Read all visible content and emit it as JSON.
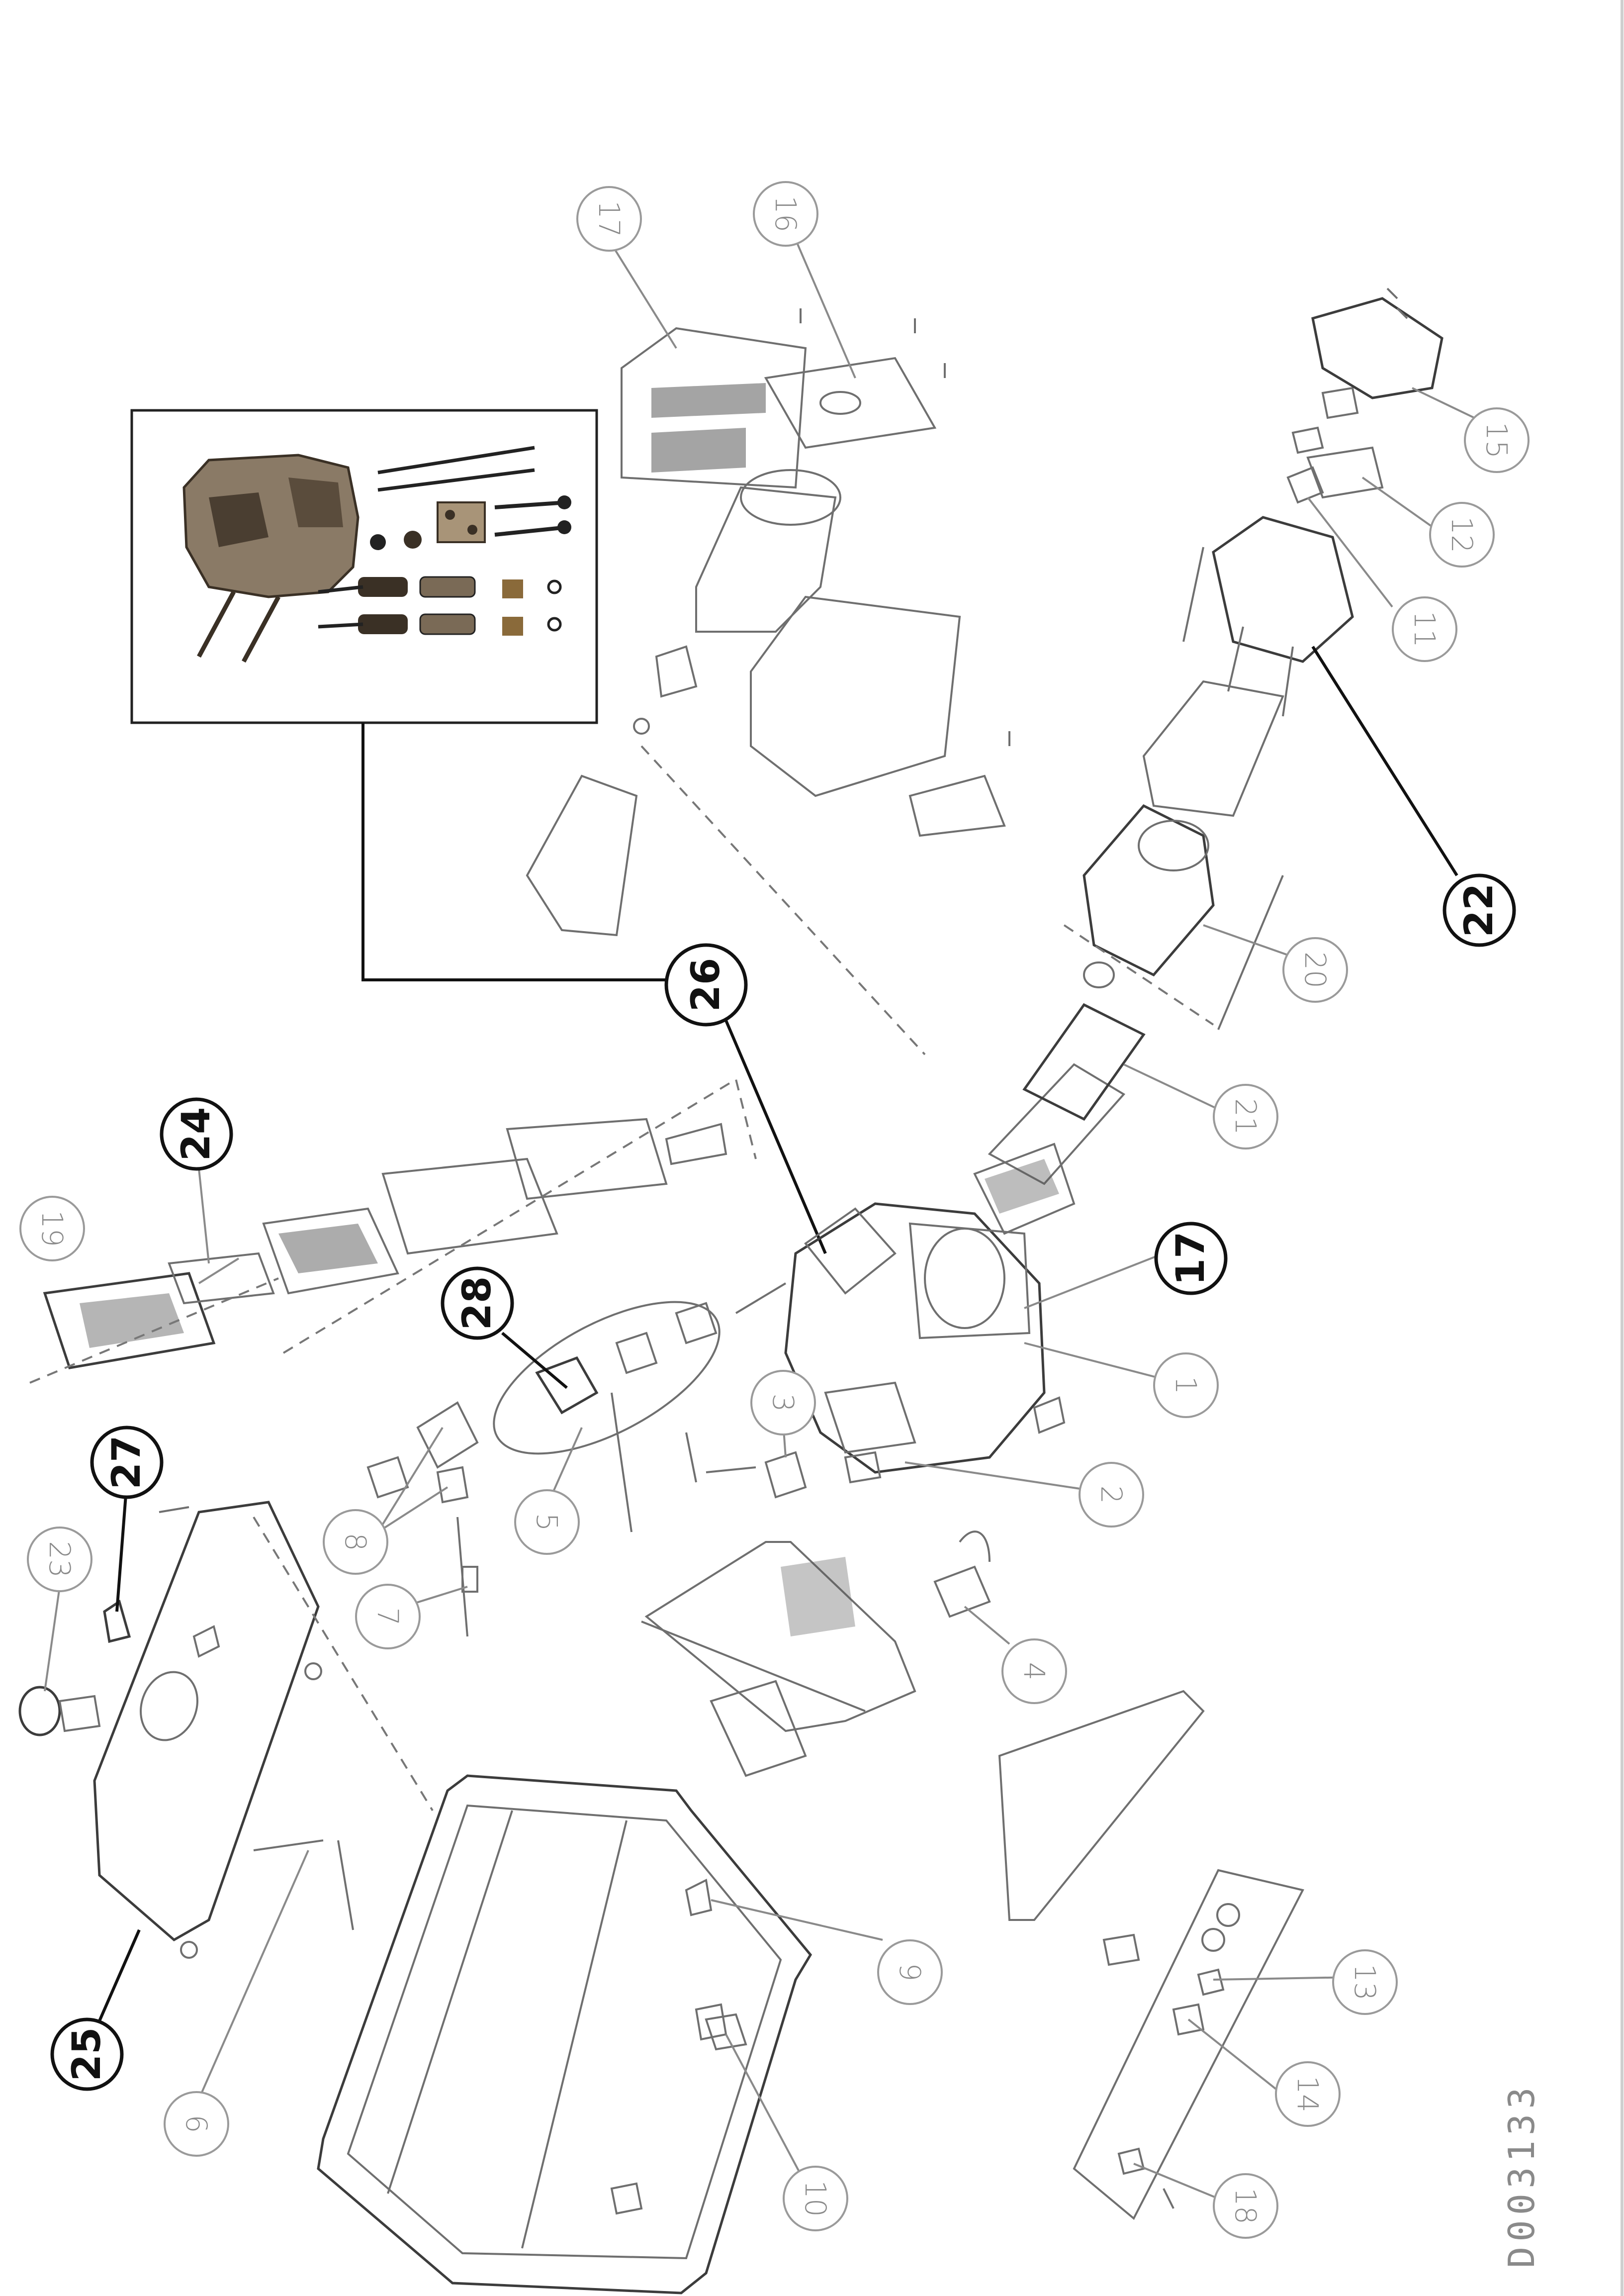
{
  "document_code": "D003133",
  "callouts": {
    "c1": "1",
    "c2": "2",
    "c3": "3",
    "c4": "4",
    "c5": "5",
    "c6": "6",
    "c7": "7",
    "c8": "8",
    "c9": "9",
    "c10": "10",
    "c11": "11",
    "c12": "12",
    "c13": "13",
    "c14": "14",
    "c15": "15",
    "c16": "16",
    "c17a": "17",
    "c17b": "17",
    "c18": "18",
    "c19": "19",
    "c20": "20",
    "c21": "21",
    "c22": "22",
    "c23": "23",
    "c24": "24",
    "c25": "25",
    "c26": "26",
    "c27": "27",
    "c28": "28"
  },
  "colors": {
    "line_art": "#6f6f6f",
    "callout_light": "#8a8a8a",
    "callout_bold": "#111111",
    "inset_part": "#6b5a45"
  }
}
